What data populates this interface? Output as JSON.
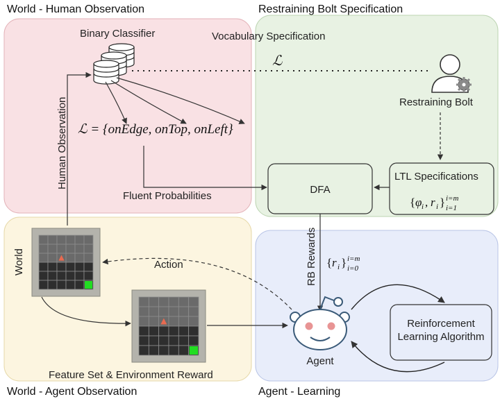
{
  "regions": {
    "world_human": "World - Human Observation",
    "bolt_spec": "Restraining Bolt Specification",
    "world_agent": "World - Agent Observation",
    "agent_learning": "Agent - Learning"
  },
  "labels": {
    "binary_classifier": "Binary Classifier",
    "vocabulary_spec": "Vocabulary Specification",
    "script_l": "ℒ",
    "vocab_set": "ℒ = {onEdge, onTop, onLeft}",
    "restraining_bolt": "Restraining Bolt",
    "human_observation": "Human Observation",
    "fluent_probabilities": "Fluent Probabilities",
    "dfa": "DFA",
    "ltl_specifications": "LTL  Specifications",
    "ltl_formula": "{φi, ri}i=1..m",
    "rb_rewards": "RB Rewards",
    "reward_set": "{ri}i=0..m",
    "world": "World",
    "action": "Action",
    "agent": "Agent",
    "rl_line1": "Reinforcement",
    "rl_line2": "Learning Algorithm",
    "feature_set": "Feature Set & Environment Reward"
  },
  "colors": {
    "pink": "#f9e1e4",
    "green": "#e8f2e3",
    "yellow": "#fcf5e0",
    "blue": "#e8edfa",
    "grid_cell": "#2e2e2e",
    "grid_top": "#6a6a6a",
    "goal": "#22dd22",
    "agent_marker": "#e86a50"
  }
}
